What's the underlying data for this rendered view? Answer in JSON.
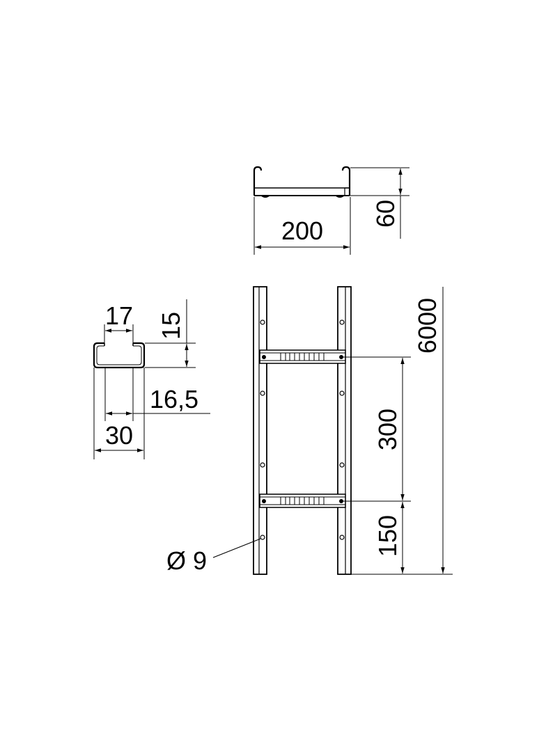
{
  "drawing": {
    "title": "Cable ladder technical drawing",
    "stroke_color": "#000000",
    "background": "#ffffff"
  },
  "views": {
    "cross_section": {
      "width_label": "200",
      "height_label": "60"
    },
    "rail_profile": {
      "top_opening_label": "17",
      "flange_height_label": "15",
      "inner_width_label": "16,5",
      "outer_width_label": "30"
    },
    "top_view": {
      "total_length_label": "6000",
      "rung_spacing_label": "300",
      "end_offset_label": "150",
      "hole_diameter_label": "Ø 9"
    }
  }
}
